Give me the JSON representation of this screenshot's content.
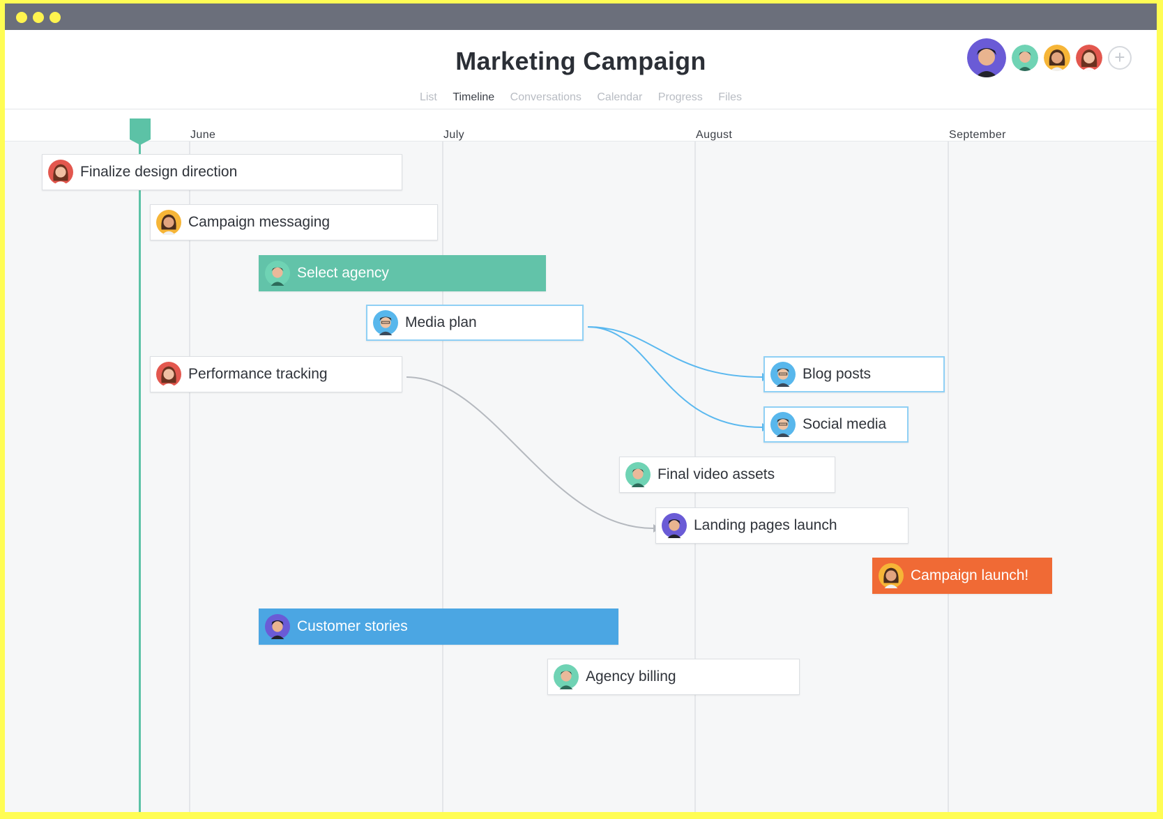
{
  "window": {
    "controls": [
      "close",
      "minimize",
      "maximize"
    ]
  },
  "project": {
    "title": "Marketing Campaign"
  },
  "tabs": [
    {
      "label": "List",
      "active": false
    },
    {
      "label": "Timeline",
      "active": true
    },
    {
      "label": "Conversations",
      "active": false
    },
    {
      "label": "Calendar",
      "active": false
    },
    {
      "label": "Progress",
      "active": false
    },
    {
      "label": "Files",
      "active": false
    }
  ],
  "members": [
    "avatar-dark-hair-purple",
    "avatar-green",
    "avatar-orange",
    "avatar-red"
  ],
  "add_member_label": "+",
  "months": [
    "June",
    "July",
    "August",
    "September"
  ],
  "tasks": [
    {
      "label": "Finalize design direction",
      "style": "default",
      "avatar": "avatar-red"
    },
    {
      "label": "Campaign messaging",
      "style": "default",
      "avatar": "avatar-orange"
    },
    {
      "label": "Select agency",
      "style": "green",
      "avatar": "avatar-green"
    },
    {
      "label": "Media plan",
      "style": "blue-outline",
      "avatar": "avatar-blue"
    },
    {
      "label": "Performance tracking",
      "style": "default",
      "avatar": "avatar-red"
    },
    {
      "label": "Blog posts",
      "style": "blue-outline",
      "avatar": "avatar-blue"
    },
    {
      "label": "Social media",
      "style": "blue-outline",
      "avatar": "avatar-blue"
    },
    {
      "label": "Final video assets",
      "style": "default",
      "avatar": "avatar-green"
    },
    {
      "label": "Landing pages launch",
      "style": "default",
      "avatar": "avatar-purple"
    },
    {
      "label": "Campaign launch!",
      "style": "orange",
      "avatar": "avatar-orange"
    },
    {
      "label": "Customer stories",
      "style": "blue",
      "avatar": "avatar-purple"
    },
    {
      "label": "Agency billing",
      "style": "default",
      "avatar": "avatar-green"
    }
  ],
  "dependencies": [
    {
      "from": "Media plan",
      "to": "Blog posts"
    },
    {
      "from": "Media plan",
      "to": "Social media"
    },
    {
      "from": "Performance tracking",
      "to": "Landing pages launch"
    }
  ],
  "colors": {
    "accent_green": "#62c3a9",
    "accent_blue": "#4ba6e3",
    "accent_orange": "#f06a35",
    "dependency_blue": "#5ab8ef",
    "dependency_gray": "#b5b9bf"
  }
}
